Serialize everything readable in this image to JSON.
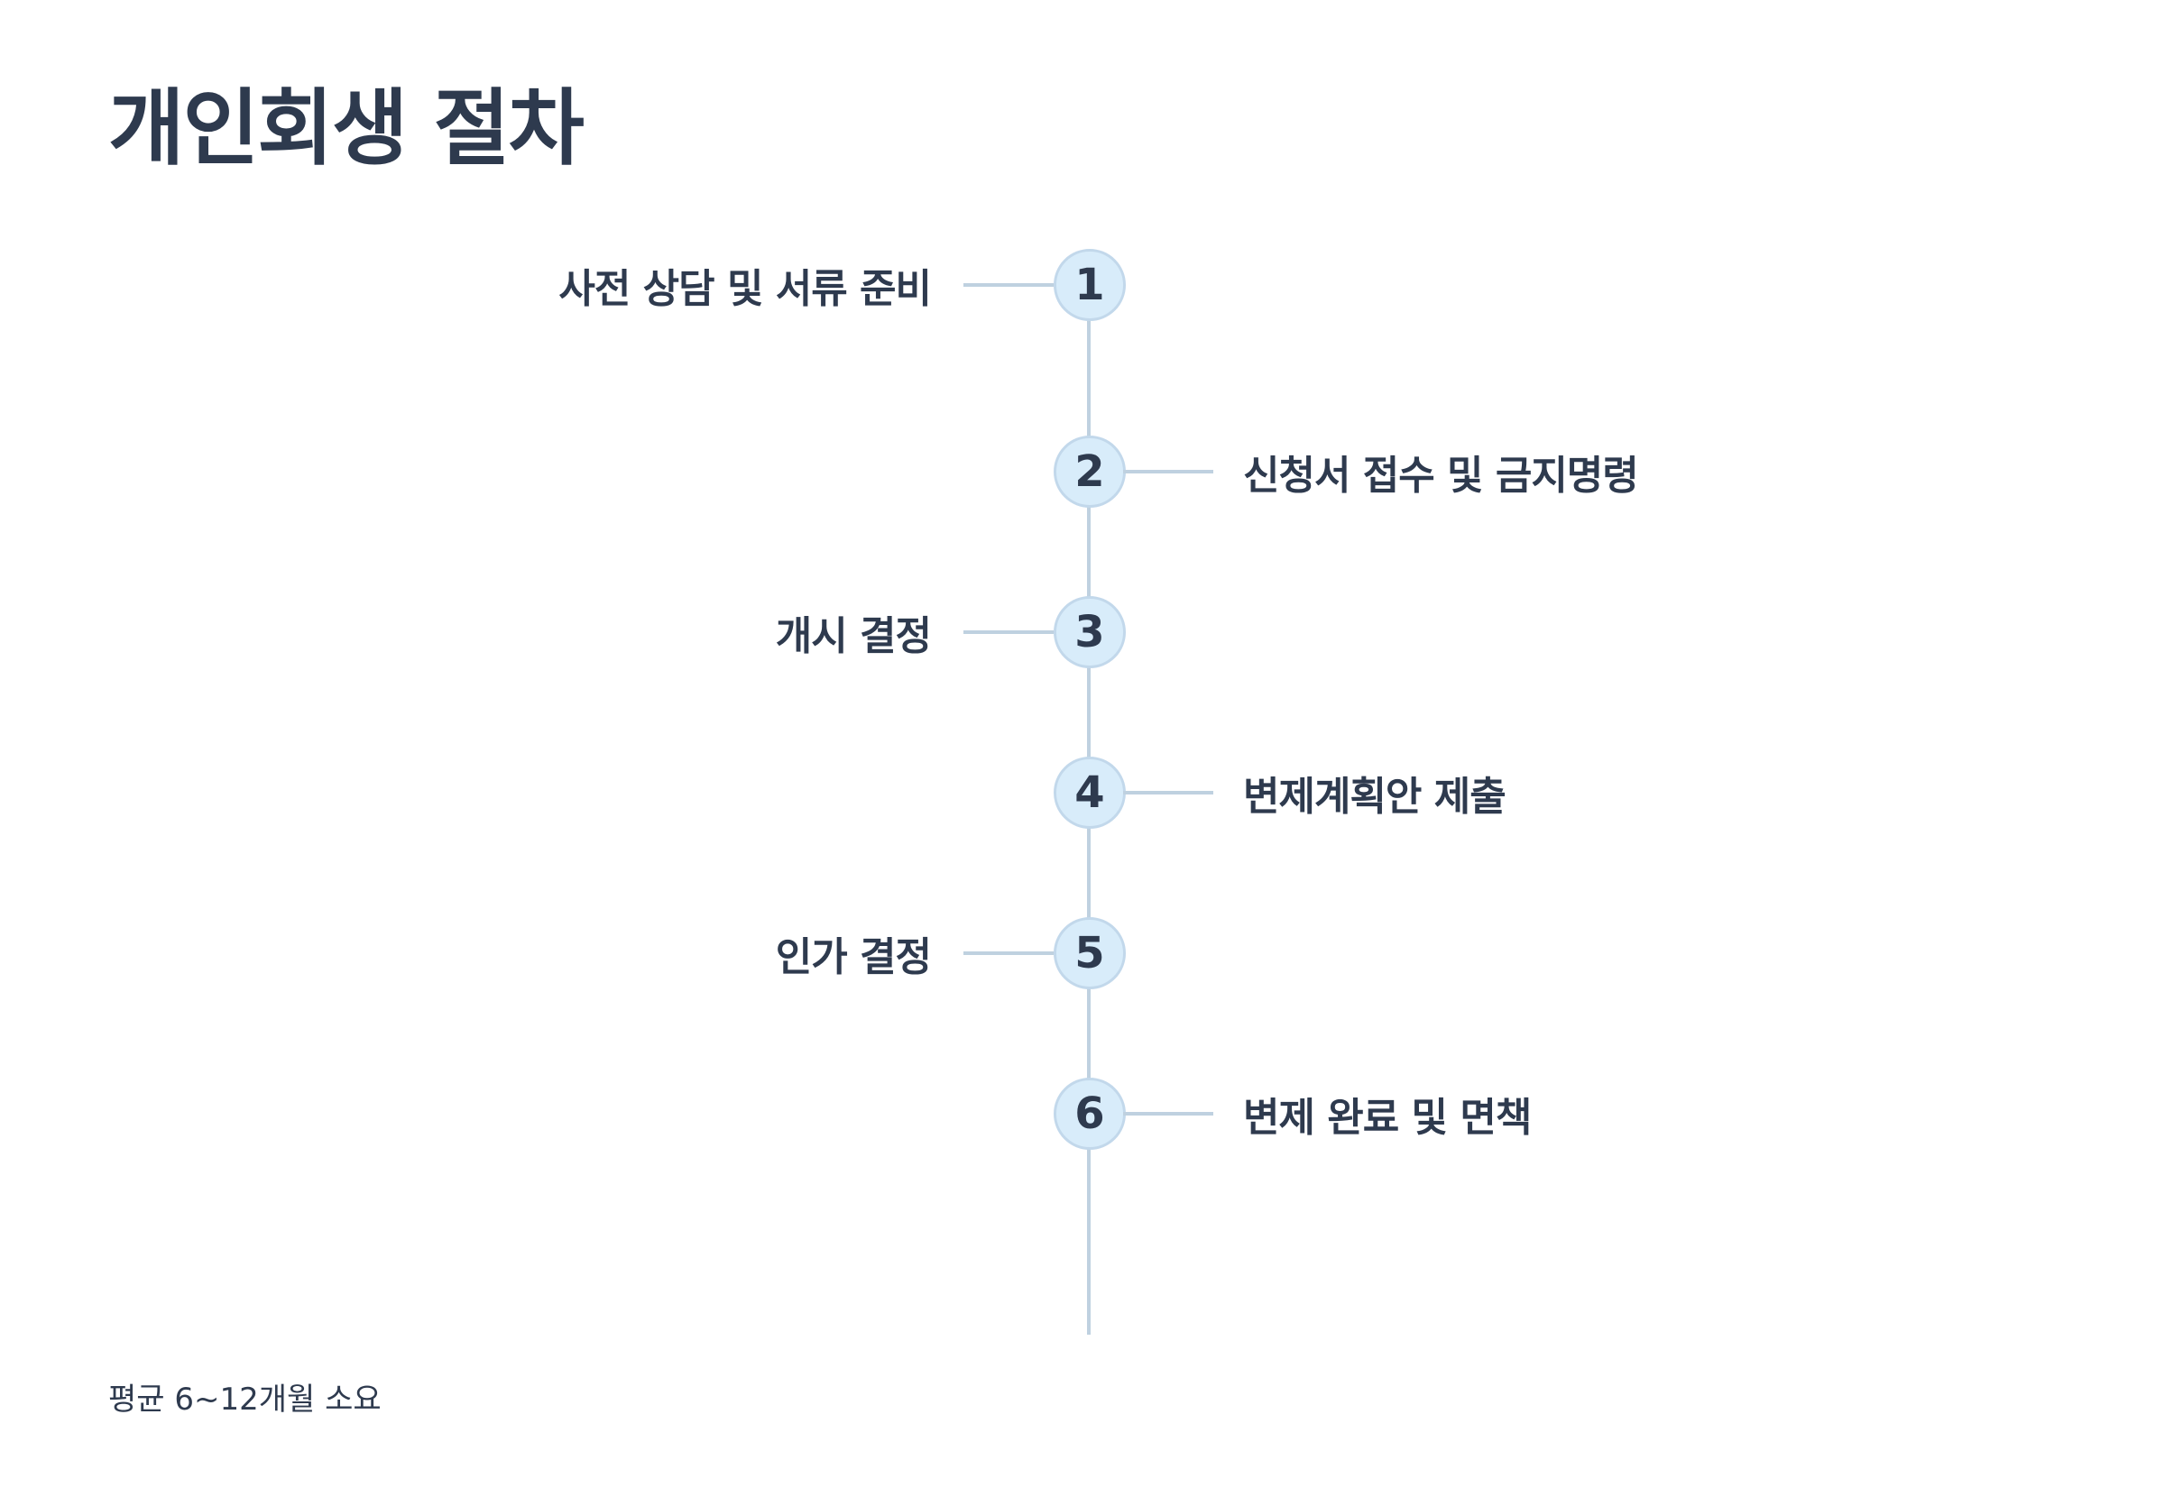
{
  "title": "개인회생 절차",
  "steps": [
    {
      "number": "1",
      "label": "사전 상담 및 서류 준비",
      "side": "left"
    },
    {
      "number": "2",
      "label": "신청서 접수 및 금지명령",
      "side": "right"
    },
    {
      "number": "3",
      "label": "개시 결정",
      "side": "left"
    },
    {
      "number": "4",
      "label": "변제계획안 제출",
      "side": "right"
    },
    {
      "number": "5",
      "label": "인가 결정",
      "side": "left"
    },
    {
      "number": "6",
      "label": "변제 완료 및 면책",
      "side": "right"
    }
  ],
  "footnote": "평균 6~12개월 소요",
  "colors": {
    "text": "#2e3a4e",
    "circle_fill": "#d8ecfa",
    "line": "#bfd1e0"
  }
}
